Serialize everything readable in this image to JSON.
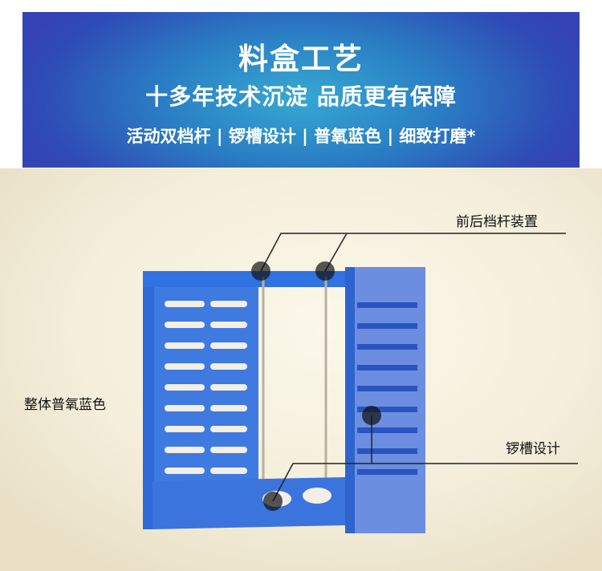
{
  "banner": {
    "title": "料盒工艺",
    "subtitle": "十多年技术沉淀  品质更有保障",
    "features": "活动双档杆 | 锣槽设计 | 普氧蓝色 | 细致打磨*",
    "colors": {
      "edge": "#3444b3",
      "center": "#36a9d2"
    }
  },
  "callouts": {
    "rods": "前后档杆装置",
    "color": "整体普氧蓝色",
    "slots": "锣槽设计"
  }
}
